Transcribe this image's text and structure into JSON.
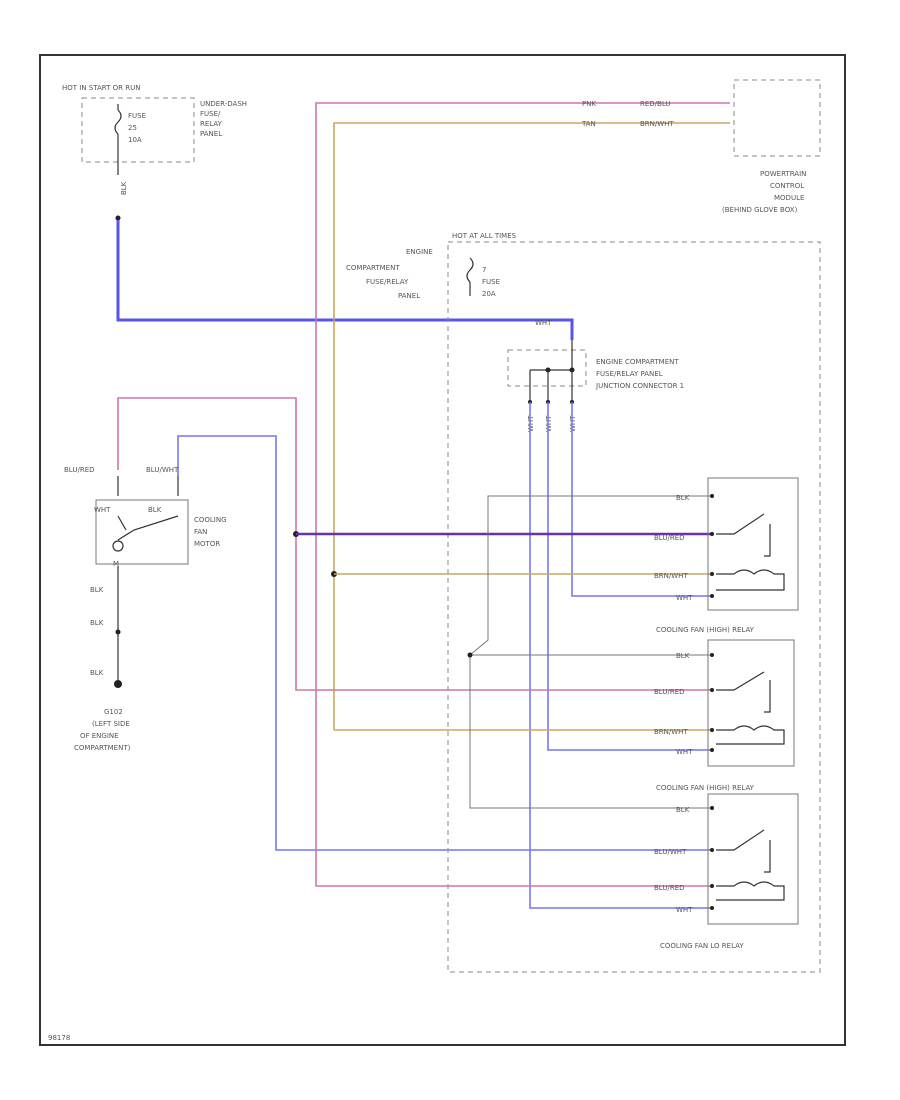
{
  "hot_label": "HOT IN START OR RUN",
  "underdash_fuse": {
    "fuse_label": "FUSE",
    "fuse_number": "25",
    "fuse_amps": "10A"
  },
  "underdash_panel": [
    "UNDER-DASH",
    "FUSE/",
    "RELAY",
    "PANEL"
  ],
  "pcm": {
    "wire_top": {
      "color": "RED/BLU",
      "code": "PNK"
    },
    "wire_bot": {
      "color": "BRN/WHT",
      "code": "TAN"
    },
    "lines": [
      "POWERTRAIN",
      "CONTROL",
      "MODULE",
      "(BEHIND GLOVE BOX)"
    ]
  },
  "engine_panel": {
    "hot_label": "HOT AT ALL TIMES",
    "lines": [
      "ENGINE",
      "COMPARTMENT",
      "FUSE/RELAY",
      "PANEL"
    ],
    "fuse": {
      "number": "7",
      "label": "FUSE",
      "amps": "20A"
    }
  },
  "junction": {
    "lines": [
      "ENGINE COMPARTMENT",
      "FUSE/RELAY PANEL",
      "JUNCTION CONNECTOR 1"
    ]
  },
  "wires": {
    "blk_vertical": "BLK",
    "wht": "WHT",
    "blu_left": "BLU/RED",
    "blu_right": "BLU/WHT",
    "motor_left": "WHT",
    "motor_right": "BLK",
    "blk_1": "BLK",
    "blk_2": "BLK",
    "blk_3": "BLK",
    "wht_junction": "WHT",
    "jc_1": "WHT",
    "jc_2": "WHT",
    "jc_3": "WHT"
  },
  "motor": {
    "lines": [
      "COOLING",
      "FAN",
      "MOTOR"
    ],
    "pin": "M"
  },
  "ground": {
    "lines": [
      "G102",
      "(LEFT SIDE",
      "OF ENGINE",
      "COMPARTMENT)"
    ]
  },
  "relay1": {
    "pins": [
      "BLK",
      "BLU/RED",
      "BRN/WHT",
      "WHT"
    ],
    "label": "COOLING FAN (HIGH) RELAY"
  },
  "relay2": {
    "pins": [
      "BLK",
      "BLU/RED",
      "BRN/WHT",
      "WHT"
    ],
    "label": "COOLING FAN (HIGH) RELAY"
  },
  "relay3": {
    "pins": [
      "BLK",
      "BLU/WHT",
      "BLU/RED",
      "WHT"
    ],
    "label": "COOLING FAN LO RELAY"
  },
  "footer_id": "98178"
}
